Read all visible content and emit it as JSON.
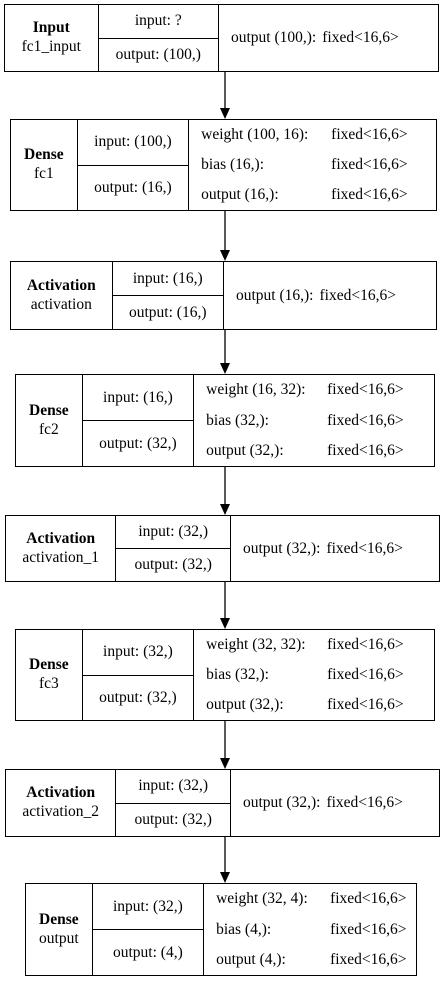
{
  "nodes": [
    {
      "type": "Input",
      "name": "fc1_input",
      "input": "input: ?",
      "output": "output: (100,)",
      "attrs": [
        {
          "label": "output (100,):",
          "value": "fixed<16,6>"
        }
      ]
    },
    {
      "type": "Dense",
      "name": "fc1",
      "input": "input: (100,)",
      "output": "output: (16,)",
      "attrs": [
        {
          "label": "weight (100, 16):",
          "value": "fixed<16,6>"
        },
        {
          "label": "bias (16,):",
          "value": "fixed<16,6>"
        },
        {
          "label": "output (16,):",
          "value": "fixed<16,6>"
        }
      ]
    },
    {
      "type": "Activation",
      "name": "activation",
      "input": "input: (16,)",
      "output": "output: (16,)",
      "attrs": [
        {
          "label": "output (16,):",
          "value": "fixed<16,6>"
        }
      ]
    },
    {
      "type": "Dense",
      "name": "fc2",
      "input": "input: (16,)",
      "output": "output: (32,)",
      "attrs": [
        {
          "label": "weight (16, 32):",
          "value": "fixed<16,6>"
        },
        {
          "label": "bias (32,):",
          "value": "fixed<16,6>"
        },
        {
          "label": "output (32,):",
          "value": "fixed<16,6>"
        }
      ]
    },
    {
      "type": "Activation",
      "name": "activation_1",
      "input": "input: (32,)",
      "output": "output: (32,)",
      "attrs": [
        {
          "label": "output (32,):",
          "value": "fixed<16,6>"
        }
      ]
    },
    {
      "type": "Dense",
      "name": "fc3",
      "input": "input: (32,)",
      "output": "output: (32,)",
      "attrs": [
        {
          "label": "weight (32, 32):",
          "value": "fixed<16,6>"
        },
        {
          "label": "bias (32,):",
          "value": "fixed<16,6>"
        },
        {
          "label": "output (32,):",
          "value": "fixed<16,6>"
        }
      ]
    },
    {
      "type": "Activation",
      "name": "activation_2",
      "input": "input: (32,)",
      "output": "output: (32,)",
      "attrs": [
        {
          "label": "output (32,):",
          "value": "fixed<16,6>"
        }
      ]
    },
    {
      "type": "Dense",
      "name": "output",
      "input": "input: (32,)",
      "output": "output: (4,)",
      "attrs": [
        {
          "label": "weight (32, 4):",
          "value": "fixed<16,6>"
        },
        {
          "label": "bias (4,):",
          "value": "fixed<16,6>"
        },
        {
          "label": "output (4,):",
          "value": "fixed<16,6>"
        }
      ]
    }
  ]
}
